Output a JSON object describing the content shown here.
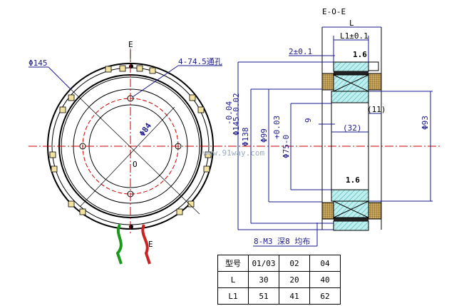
{
  "title": "E-O-E",
  "front_view": {
    "section_mark_top": "E",
    "section_mark_bottom": "E",
    "center_label": "O",
    "outer_diameter": "Φ145",
    "holes": "4-74.5通孔",
    "bolt_circle": "Φ84"
  },
  "side_view": {
    "length": "L",
    "length1": "L1±0.1",
    "offset": "2±0.1",
    "tol_upper": "-0.04",
    "dia_145": "Φ145-0.02",
    "dia_138": "Φ138",
    "dia_99": "Φ99",
    "tol_75": "+0.03",
    "dia_75": "Φ75-0",
    "dim_9": "9",
    "dim_32": "(32)",
    "dim_11": "(11)",
    "dia_93": "Φ93",
    "roughness_top": "1.6",
    "roughness_bottom": "1.6",
    "thread_note": "8-M3 深8 均布"
  },
  "watermark": "www.91way.com",
  "table": {
    "header": [
      "型号",
      "01/03",
      "02",
      "04"
    ],
    "rows": [
      [
        "L",
        "30",
        "20",
        "40"
      ],
      [
        "L1",
        "51",
        "41",
        "62"
      ]
    ]
  },
  "colors": {
    "dim": "#1a1a8c",
    "center": "#cc0000",
    "hatch": "#7fd4d4",
    "wire_green": "#1a9a1a",
    "wire_red": "#cc2222"
  }
}
